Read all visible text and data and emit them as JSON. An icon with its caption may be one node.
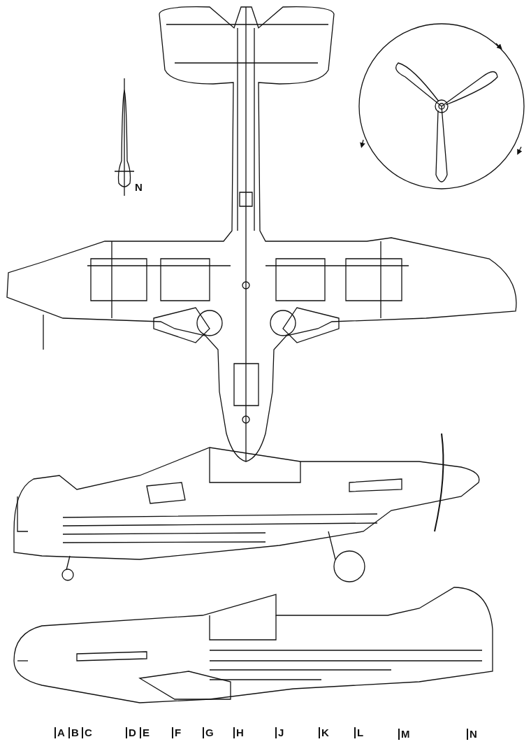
{
  "diagram": {
    "labels": [
      "N",
      "A",
      "B",
      "C",
      "D",
      "E",
      "F",
      "G",
      "H",
      "J",
      "K",
      "L",
      "M",
      "N"
    ]
  }
}
